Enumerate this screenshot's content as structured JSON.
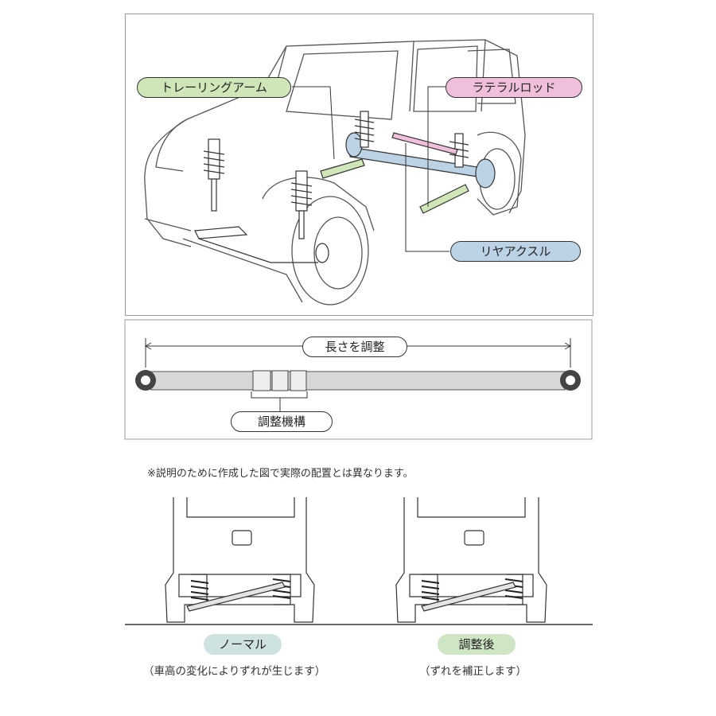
{
  "top_panel": {
    "labels": {
      "trailing_arm": "トレーリングアーム",
      "lateral_rod": "ラテラルロッド",
      "rear_axle": "リヤアクスル"
    },
    "colors": {
      "trailing_arm": "#cfe6b8",
      "lateral_rod": "#efbfdc",
      "rear_axle": "#bcd3e6"
    }
  },
  "rod_panel": {
    "length_label": "長さを調整",
    "mechanism_label": "調整機構"
  },
  "note": "※説明のために作成した図で実際の配置とは異なります。",
  "compare": {
    "normal": {
      "title": "ノーマル",
      "caption": "（車高の変化によりずれが生じます）",
      "color": "#cfe2e2"
    },
    "adjusted": {
      "title": "調整後",
      "caption": "（ずれを補正します）",
      "color": "#cfe6c4"
    }
  }
}
